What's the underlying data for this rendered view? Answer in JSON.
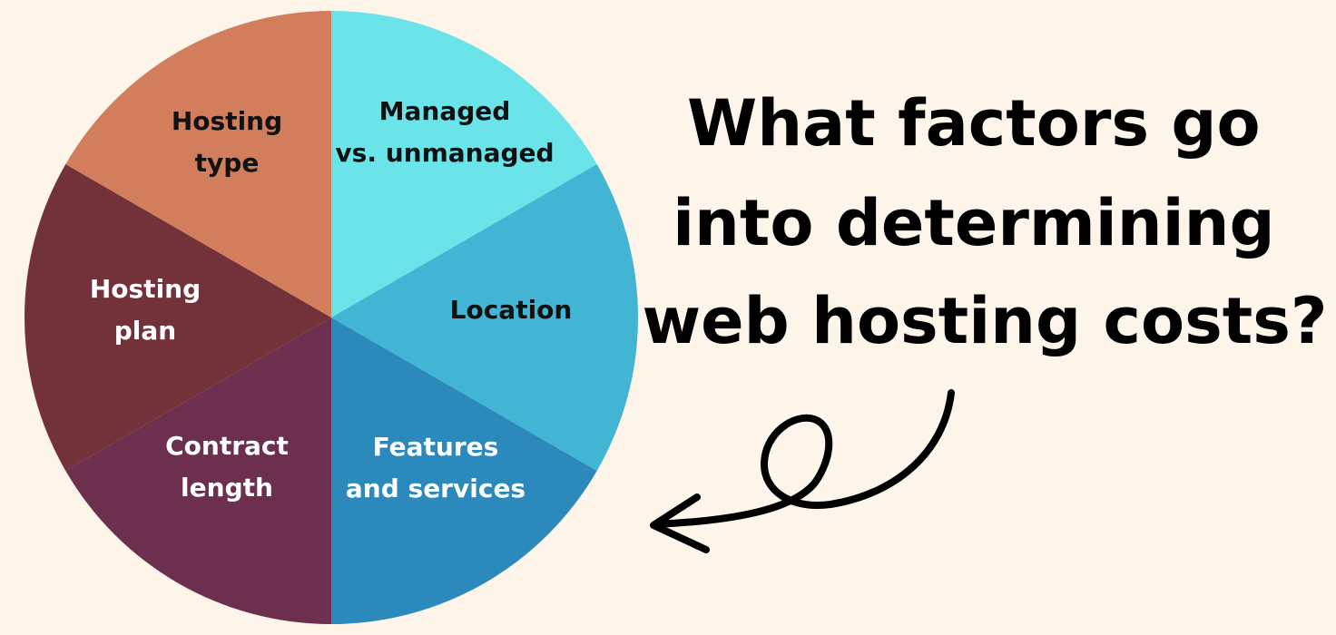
{
  "headline": {
    "lines": [
      "What factors go",
      "into determining",
      "web hosting costs?"
    ],
    "color": "#000000"
  },
  "colors": {
    "background": "#fdf5e9",
    "arrow": "#000000"
  },
  "pie": {
    "segments": [
      {
        "lines": [
          "Managed",
          "vs. unmanaged"
        ],
        "fill": "#6ae3e9",
        "text_color": "#111111"
      },
      {
        "lines": [
          "Location"
        ],
        "fill": "#42b5d5",
        "text_color": "#111111"
      },
      {
        "lines": [
          "Features",
          "and services"
        ],
        "fill": "#2b8abb",
        "text_color": "#ffffff"
      },
      {
        "lines": [
          "Contract",
          "length"
        ],
        "fill": "#6c2f4e",
        "text_color": "#ffffff"
      },
      {
        "lines": [
          "Hosting",
          "plan"
        ],
        "fill": "#73323a",
        "text_color": "#ffffff"
      },
      {
        "lines": [
          "Hosting",
          "type"
        ],
        "fill": "#d27d5c",
        "text_color": "#111111"
      }
    ]
  },
  "arrow_icon": "curly-arrow-icon"
}
